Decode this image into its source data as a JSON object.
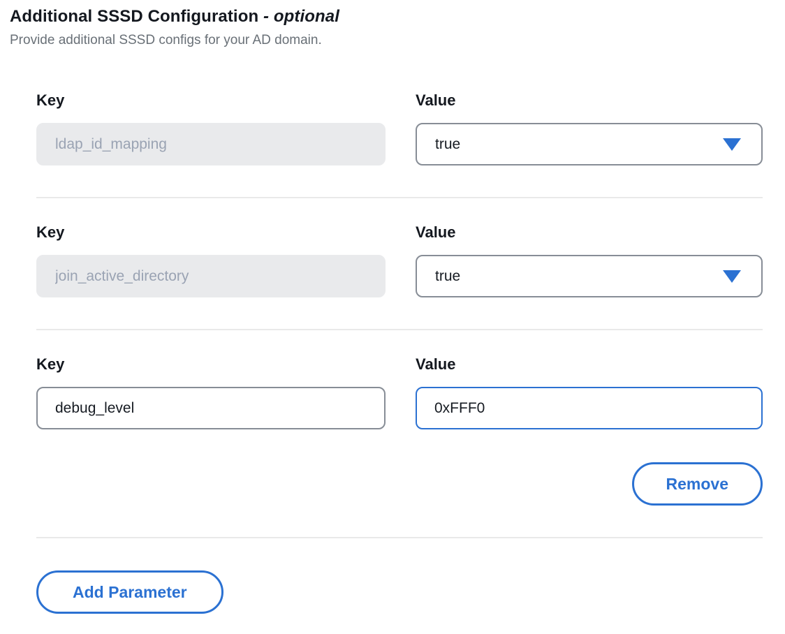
{
  "colors": {
    "accent_blue": "#2b71d2",
    "input_border_gray": "#878d96",
    "disabled_bg": "#e9eaec",
    "disabled_text": "#9aa3b3",
    "divider": "#e9e9e9",
    "heading_text": "#14181f",
    "subtitle_text": "#697077"
  },
  "header": {
    "title": "Additional SSSD Configuration ",
    "title_suffix": "- optional",
    "subtitle": "Provide additional SSSD configs for your AD domain."
  },
  "rows": [
    {
      "key_label": "Key",
      "value_label": "Value",
      "key_value": "ldap_id_mapping",
      "key_disabled": true,
      "value_type": "select",
      "value": "true"
    },
    {
      "key_label": "Key",
      "value_label": "Value",
      "key_value": "join_active_directory",
      "key_disabled": true,
      "value_type": "select",
      "value": "true"
    },
    {
      "key_label": "Key",
      "value_label": "Value",
      "key_value": "debug_level",
      "key_disabled": false,
      "value_type": "text",
      "value": "0xFFF0"
    }
  ],
  "buttons": {
    "remove": "Remove",
    "add_parameter": "Add Parameter"
  },
  "icons": {
    "dropdown_caret": "dropdown-caret-icon"
  }
}
